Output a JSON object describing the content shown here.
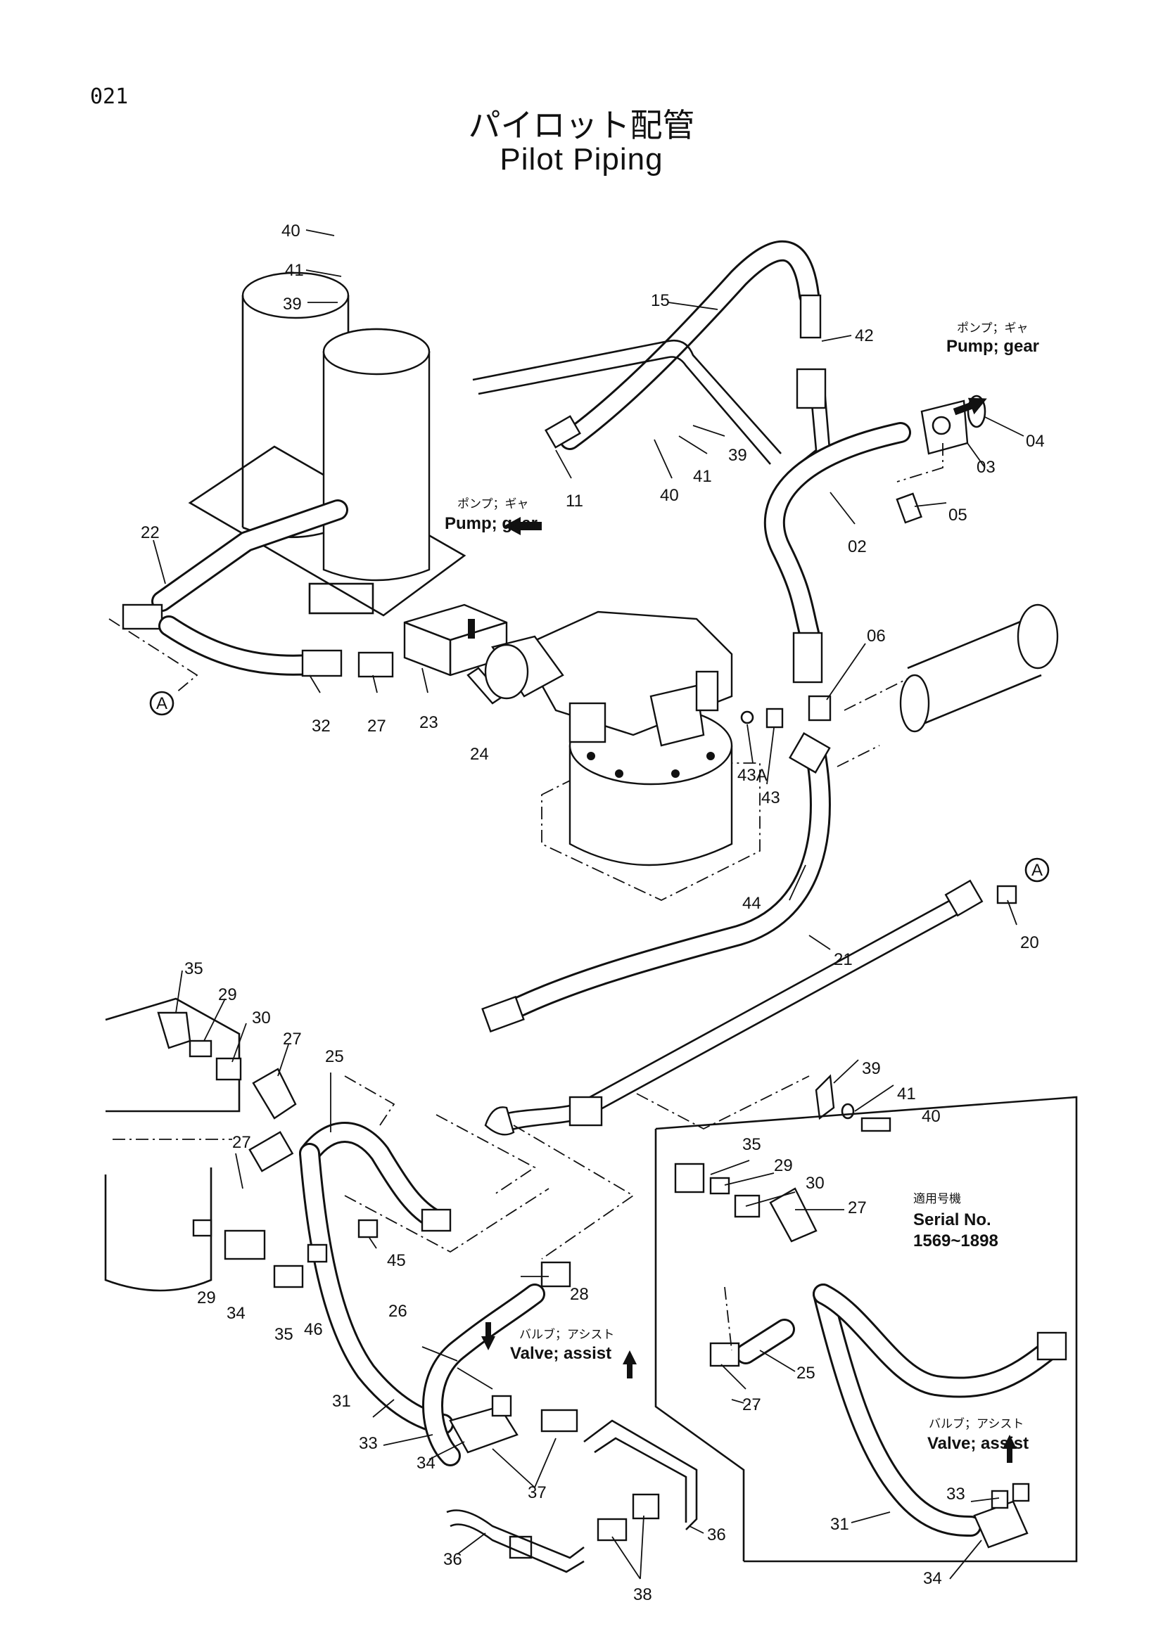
{
  "page_number": "021",
  "title_ja": "パイロット配管",
  "title_en": "Pilot Piping",
  "notes": {
    "pump_gear_1_ja": "ポンプ；ギャ",
    "pump_gear_1_en": "Pump; gear",
    "pump_gear_2_ja": "ポンプ；ギャ",
    "pump_gear_2_en": "Pump; gear",
    "valve_assist_1_ja": "バルブ；アシスト",
    "valve_assist_1_en": "Valve; assist",
    "valve_assist_2_ja": "バルブ；アシスト",
    "valve_assist_2_en": "Valve; assist",
    "serial_ja": "適用号機",
    "serial_label": "Serial No.",
    "serial_range": "1569~1898"
  },
  "callouts": {
    "c40a": "40",
    "c41a": "41",
    "c39a": "39",
    "c15": "15",
    "c42": "42",
    "c04": "04",
    "c03": "03",
    "c05": "05",
    "c02": "02",
    "c11": "11",
    "c40b": "40",
    "c41b": "41",
    "c39b": "39",
    "c22": "22",
    "cA1": "A",
    "c32": "32",
    "c27a": "27",
    "c23": "23",
    "c24": "24",
    "c06": "06",
    "c43A": "43A",
    "c43": "43",
    "cA2": "A",
    "c20": "20",
    "c44": "44",
    "c21": "21",
    "c35a": "35",
    "c29a": "29",
    "c30a": "30",
    "c27b": "27",
    "c25a": "25",
    "c39c": "39",
    "c41c": "41",
    "c40c": "40",
    "c27c": "27",
    "c29b": "29",
    "c34a": "34",
    "c35b": "35",
    "c46": "46",
    "c45": "45",
    "c28": "28",
    "c26": "26",
    "c31a": "31",
    "c33a": "33",
    "c34b": "34",
    "c37": "37",
    "c36a": "36",
    "c36b": "36",
    "c38": "38",
    "c35c": "35",
    "c29c": "29",
    "c30b": "30",
    "c27d": "27",
    "c25b": "25",
    "c27e": "27",
    "c31b": "31",
    "c33b": "33",
    "c34c": "34"
  }
}
